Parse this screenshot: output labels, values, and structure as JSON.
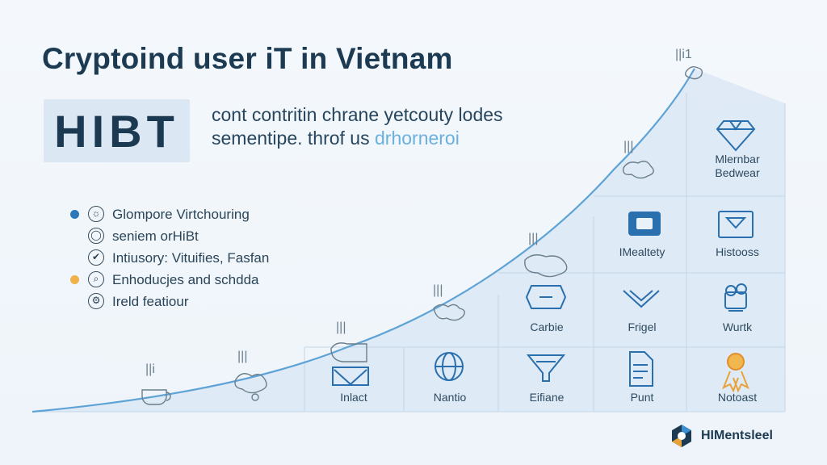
{
  "header": {
    "title": "Cryptoind user iT in Vietnam",
    "logo_text": "HIBT",
    "subtitle_line1": "cont contritin chrane yetcouty lodes",
    "subtitle_line2_dark": "sementipe. throf us ",
    "subtitle_line2_highlight": "drhorneroi"
  },
  "features": [
    {
      "label": "Glompore Virtchouring",
      "bullet_color": "#2a78b8",
      "icon": "☼"
    },
    {
      "label": "seniem orHiBt",
      "bullet_color": "",
      "icon": "◯"
    },
    {
      "label": "Intiusory: Vituifies, Fasfan",
      "bullet_color": "",
      "icon": "✔"
    },
    {
      "label": "Enhoducjes and schdda",
      "bullet_color": "#f0b24a",
      "icon": "⌕"
    },
    {
      "label": "Ireld featiour",
      "bullet_color": "",
      "icon": "⚙"
    }
  ],
  "chart": {
    "marker_labels": [
      "||i",
      "|||",
      "|||",
      "|||",
      "|||",
      "|||",
      "||i1"
    ],
    "cells": [
      {
        "label": "Inlact",
        "icon": "check-box-icon"
      },
      {
        "label": "Nantio",
        "icon": "globe-icon"
      },
      {
        "label": "Eifiane",
        "icon": "funnel-icon"
      },
      {
        "label": "Punt",
        "icon": "document-icon"
      },
      {
        "label": "Notoast",
        "icon": "medal-icon"
      },
      {
        "label": "Carbie",
        "icon": "hexagon-icon"
      },
      {
        "label": "Frigel",
        "icon": "chevron-icon"
      },
      {
        "label": "Wurtk",
        "icon": "robot-icon"
      },
      {
        "label": "IMealtety",
        "icon": "gear-icon"
      },
      {
        "label": "Histooss",
        "icon": "monitor-icon"
      },
      {
        "label": "Mlernbar Bedwear",
        "icon": "diamond-icon"
      }
    ],
    "colors": {
      "curve": "#5ea3d6",
      "area": "#d6e6f4",
      "grid": "#c3d6e6",
      "icon": "#2a6fae",
      "accent": "#e8a23a"
    }
  },
  "brand": {
    "name": "HIMentsleel"
  }
}
